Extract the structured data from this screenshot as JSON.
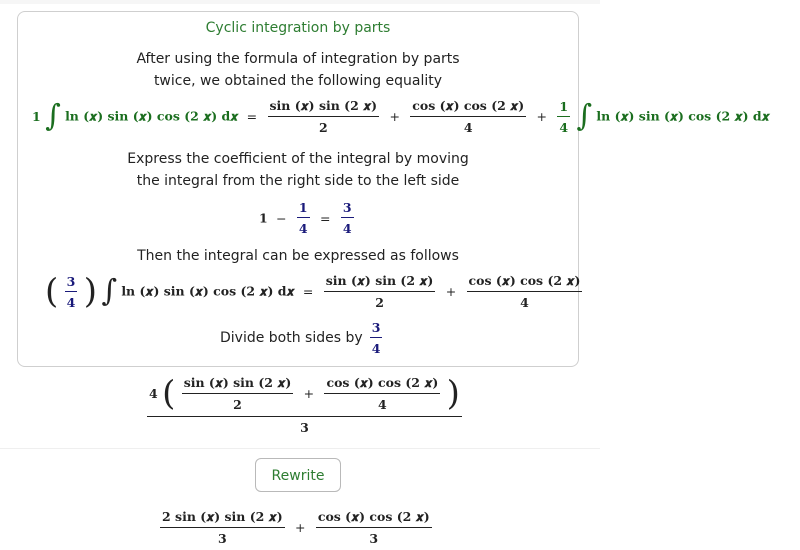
{
  "card": {
    "title": "Cyclic integration by parts",
    "intro_line1": "After using the formula of integration by parts",
    "intro_line2": "twice, we obtained the following equality",
    "coef_line1": "Express the coefficient of the integral by moving",
    "coef_line2": "the integral from the right side to the left side",
    "expressed_text": "Then the integral can be expressed as follows",
    "divide_text": "Divide both sides by"
  },
  "math": {
    "one": "1",
    "minus": "−",
    "plus": "+",
    "equals": "=",
    "integral_sign": "∫",
    "integrand": "ln (𝒙) sin (𝒙) cos (2 𝒙) d𝒙",
    "sin_product": "sin (𝒙) sin (2 𝒙)",
    "cos_product": "cos (𝒙) cos (2 𝒙)",
    "two_sin_product": "2 sin (𝒙) sin (2 𝒙)",
    "num_1": "1",
    "num_2": "2",
    "num_3": "3",
    "num_4": "4",
    "lparen": "(",
    "rparen": ")"
  },
  "buttons": {
    "rewrite": "Rewrite"
  }
}
